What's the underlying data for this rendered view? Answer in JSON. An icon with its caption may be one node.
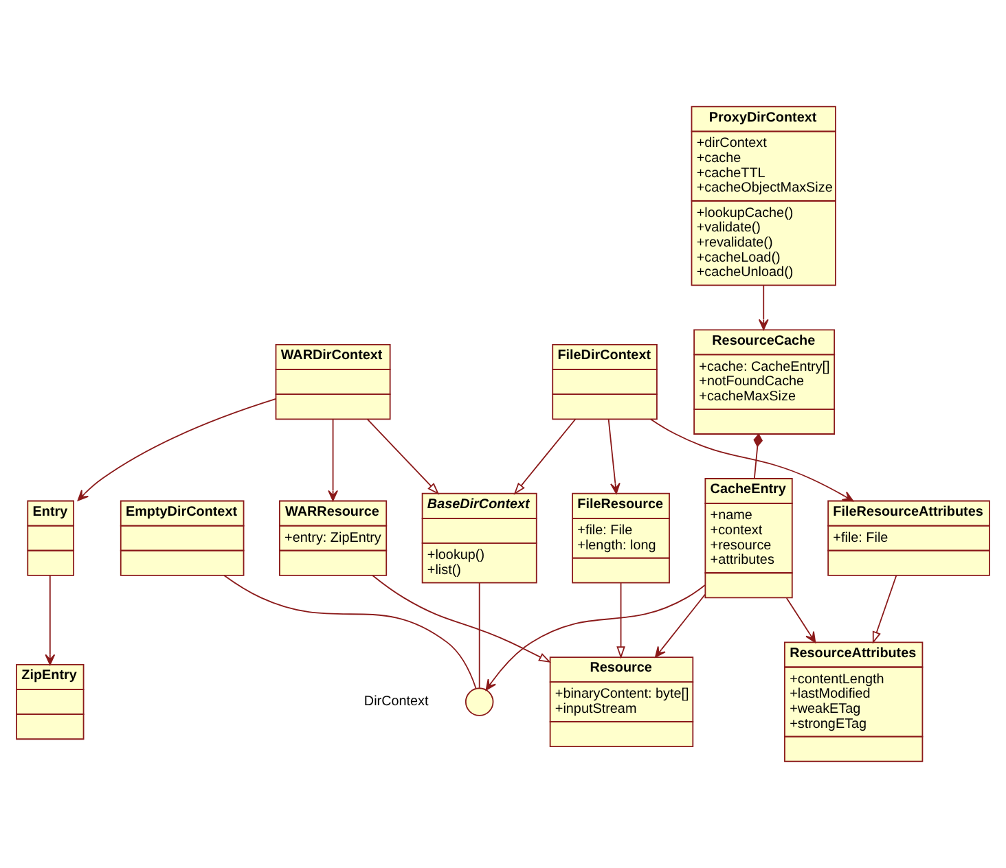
{
  "diagram": {
    "nodes": [
      {
        "text": [
          "Entry"
        ]
      },
      {
        "text": [
          "ZipEntry"
        ]
      },
      {
        "text": [
          "WARDirContext"
        ]
      },
      {
        "text": [
          "WARResource",
          "+entry: ZipEntry"
        ]
      },
      {
        "text": [
          "BaseDirContext",
          "+lookup()",
          "+list()"
        ]
      },
      {
        "text": [
          "FileResource",
          "+file: File",
          "+length: long"
        ]
      },
      {
        "text": [
          "FileDirContext"
        ]
      },
      {
        "text": [
          "Resource",
          "+binaryContent: byte[]",
          "+inputStream"
        ]
      },
      {
        "text": [
          "EmptyDirContext"
        ]
      },
      {
        "text": [
          "FileResourceAttributes",
          "+file: File"
        ]
      },
      {
        "text": [],
        "shape": "circle",
        "beside": [
          "DirContext"
        ]
      },
      {
        "text": [
          "ResourceAttributes",
          "+contentLength",
          "+lastModified",
          "+weakETag",
          "+strongETag"
        ]
      },
      {
        "text": [
          "ProxyDirContext",
          "+dirContext",
          "+cache",
          "+cacheTTL",
          "+cacheObjectMaxSize",
          "+lookupCache()",
          "+validate()",
          "+revalidate()",
          "+cacheLoad()",
          "+cacheUnload()"
        ]
      },
      {
        "text": [
          "ResourceCache",
          "+cache: CacheEntry[]",
          "+notFoundCache",
          "+cacheMaxSize"
        ]
      },
      {
        "text": [
          "CacheEntry",
          "+name",
          "+context",
          "+resource",
          "+attributes"
        ]
      }
    ],
    "edges": [
      {
        "from": 2,
        "to": 0,
        "arrow": "to"
      },
      {
        "from": 0,
        "to": 1,
        "arrow": "to"
      },
      {
        "from": 2,
        "to": 4,
        "arrow": "to"
      },
      {
        "from": 2,
        "to": 3,
        "arrow": "to"
      },
      {
        "from": 6,
        "to": 4,
        "arrow": "to"
      },
      {
        "from": 6,
        "to": 5,
        "arrow": "to"
      },
      {
        "from": 6,
        "to": 9,
        "arrow": "to"
      },
      {
        "from": 3,
        "to": 7,
        "arrow": "to"
      },
      {
        "from": 5,
        "to": 7,
        "arrow": "to"
      },
      {
        "from": 9,
        "to": 11,
        "arrow": "to"
      },
      {
        "from": 4,
        "to": 10,
        "arrow": "none"
      },
      {
        "from": 8,
        "to": 10,
        "arrow": "none"
      },
      {
        "from": 14,
        "to": 10,
        "arrow": "to"
      },
      {
        "from": 14,
        "to": 11,
        "arrow": "to"
      },
      {
        "from": 14,
        "to": 7,
        "arrow": "to"
      },
      {
        "from": 12,
        "to": 13,
        "arrow": "to"
      },
      {
        "from": 13,
        "to": 14,
        "arrow": "other"
      }
    ]
  }
}
